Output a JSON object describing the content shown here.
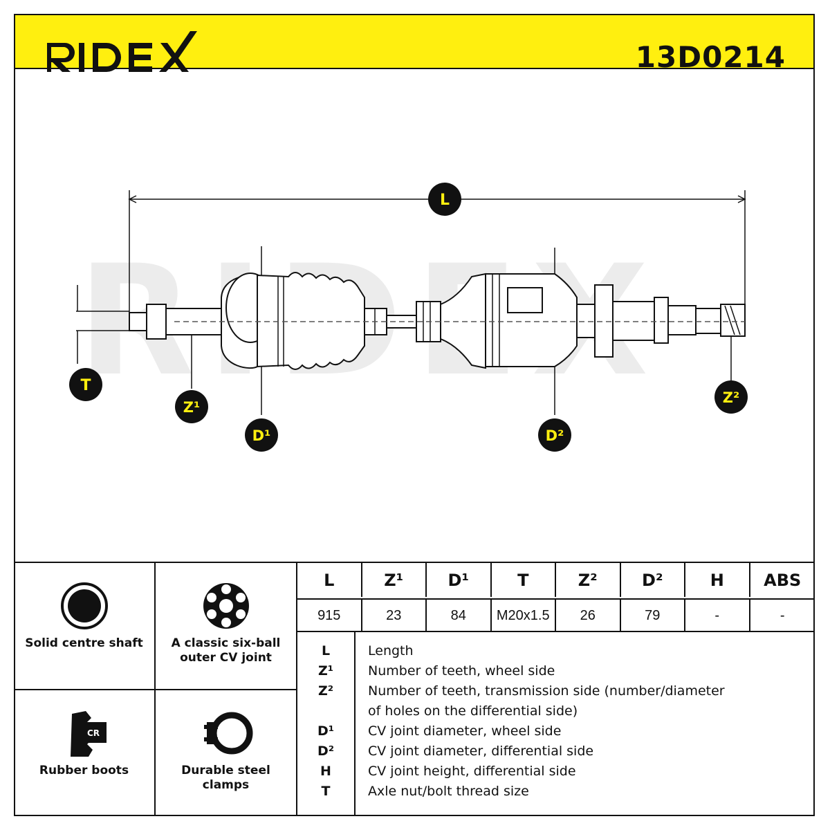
{
  "header": {
    "brand": "RIDEX",
    "part_number": "13D0214"
  },
  "drawing": {
    "watermark": "RIDEX",
    "dimension_labels": {
      "L": "L",
      "T": "T",
      "Z1": "Z¹",
      "D1": "D¹",
      "D2": "D²",
      "Z2": "Z²"
    }
  },
  "features": [
    {
      "icon": "solid-shaft-icon",
      "label": "Solid centre shaft"
    },
    {
      "icon": "six-ball-joint-icon",
      "label": "A classic six-ball outer CV joint"
    },
    {
      "icon": "rubber-boot-icon",
      "label": "Rubber boots",
      "icon_text": "CR"
    },
    {
      "icon": "steel-clamp-icon",
      "label": "Durable steel clamps"
    }
  ],
  "spec_table": {
    "headers": [
      "L",
      "Z¹",
      "D¹",
      "T",
      "Z²",
      "D²",
      "H",
      "ABS"
    ],
    "values": [
      "915",
      "23",
      "84",
      "M20x1.5",
      "26",
      "79",
      "-",
      "-"
    ]
  },
  "legend": [
    {
      "key": "L",
      "desc": "Length"
    },
    {
      "key": "Z¹",
      "desc": "Number of teeth, wheel side"
    },
    {
      "key": "Z²",
      "desc": "Number of teeth, transmission side (number/diameter"
    },
    {
      "key": "",
      "desc": "of holes on the differential side)"
    },
    {
      "key": "D¹",
      "desc": "CV joint diameter, wheel side"
    },
    {
      "key": "D²",
      "desc": "CV joint diameter, differential side"
    },
    {
      "key": "H",
      "desc": "CV joint height, differential side"
    },
    {
      "key": "T",
      "desc": "Axle nut/bolt thread size"
    }
  ],
  "colors": {
    "brand_yellow": "#ffef0f",
    "ink": "#111111",
    "watermark": "#ececec"
  }
}
